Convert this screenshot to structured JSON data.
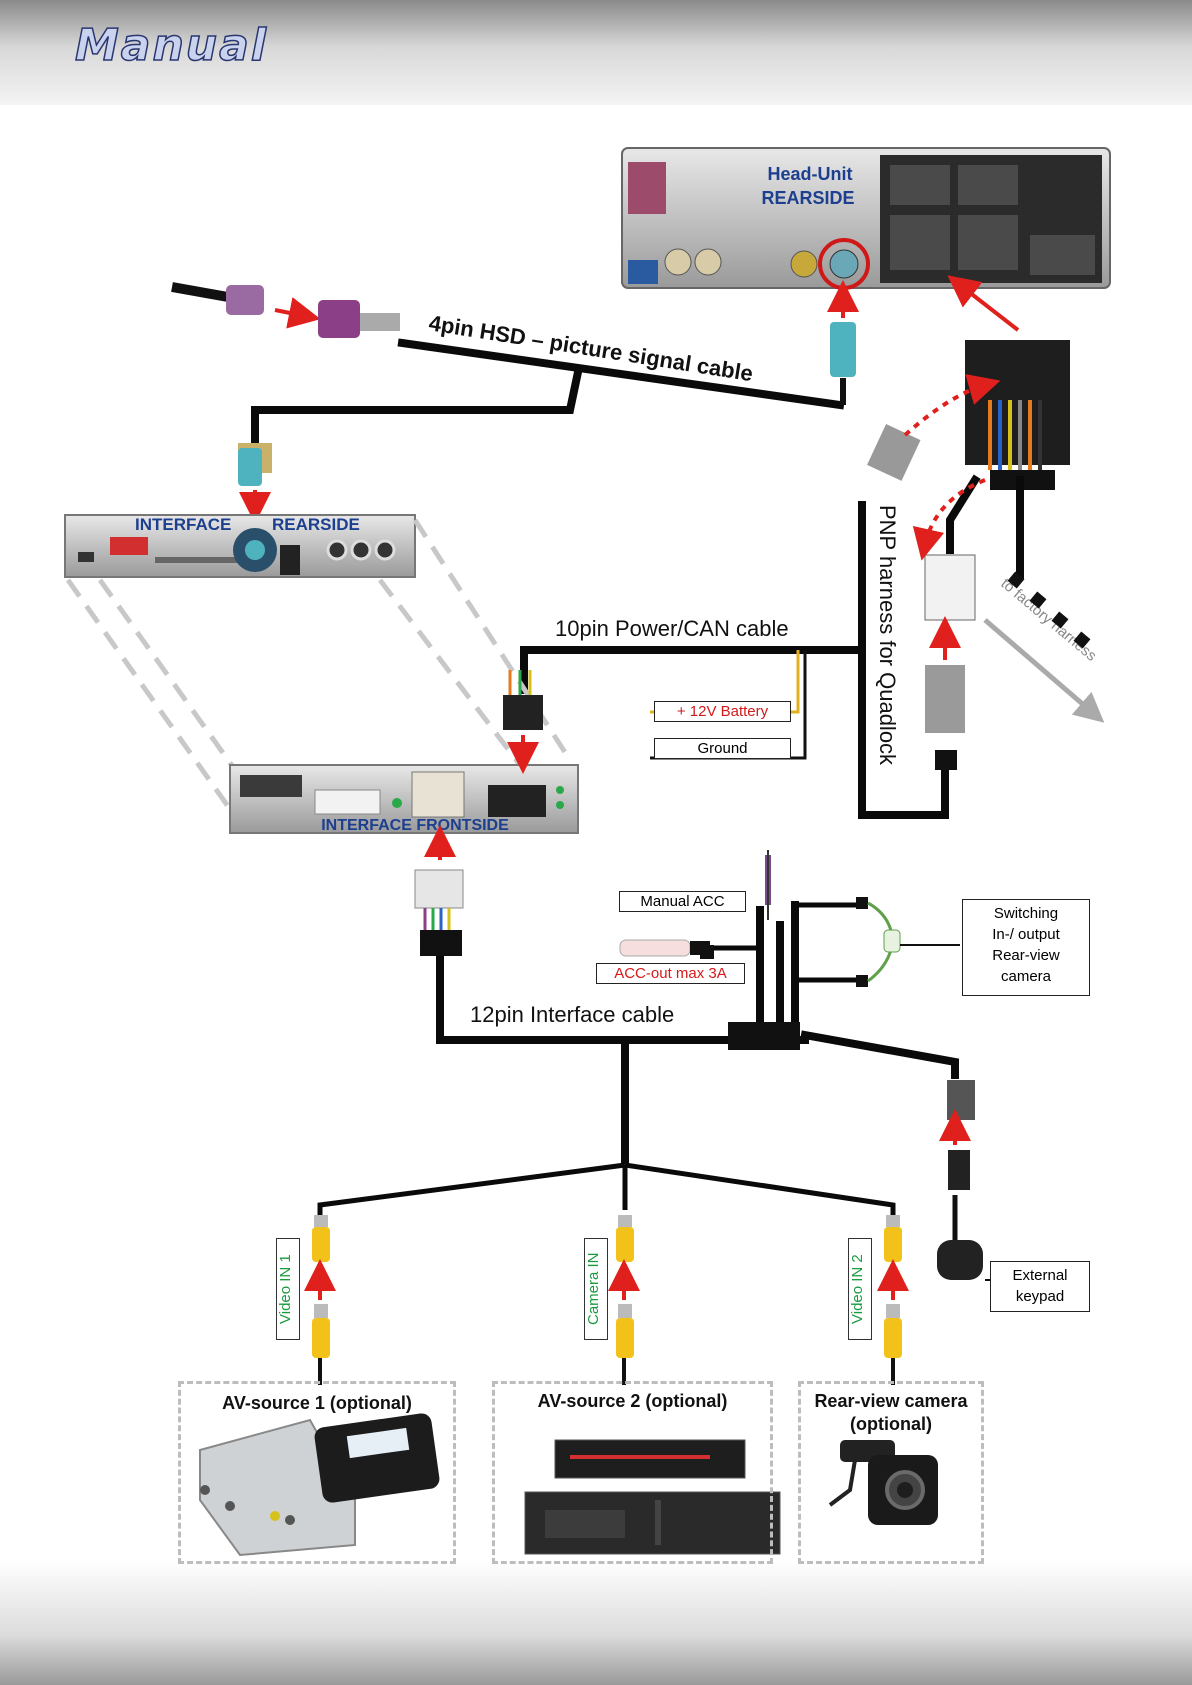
{
  "header": {
    "title": "Manual"
  },
  "labels": {
    "head_unit": "Head-Unit",
    "head_unit_side": "REARSIDE",
    "hsd_cable": "4pin HSD – picture signal cable",
    "interface_rear_left": "INTERFACE",
    "interface_rear_right": "REARSIDE",
    "interface_front": "INTERFACE FRONTSIDE",
    "power_can": "10pin Power/CAN cable",
    "battery": "+ 12V Battery",
    "ground": "Ground",
    "pnp": "PNP harness for Quadlock",
    "factory": "to factory harness",
    "manual_acc": "Manual ACC",
    "acc_out": "ACC-out max 3A",
    "switching": [
      "Switching",
      "In-/ output",
      "Rear-view",
      "camera"
    ],
    "interface_cable": "12pin Interface cable",
    "keypad": [
      "External",
      "keypad"
    ],
    "video_in_1": "Video IN 1",
    "camera_in": "Camera IN",
    "video_in_2": "Video IN 2",
    "av1": "AV-source 1 (optional)",
    "av2": "AV-source 2 (optional)",
    "cam_line1": "Rear-view camera",
    "cam_line2": "(optional)"
  },
  "colors": {
    "cable": "#0a0a0a",
    "arrow": "#e0201c",
    "highlight_ring": "#d01818",
    "green_text": "#1a9b3e",
    "red_text": "#d31a1a",
    "head_unit_text": "#1d3f8f",
    "rca_yellow": "#f2c21b",
    "hsd_teal": "#4fb3bf",
    "hsd_purple": "#8a3f86"
  }
}
